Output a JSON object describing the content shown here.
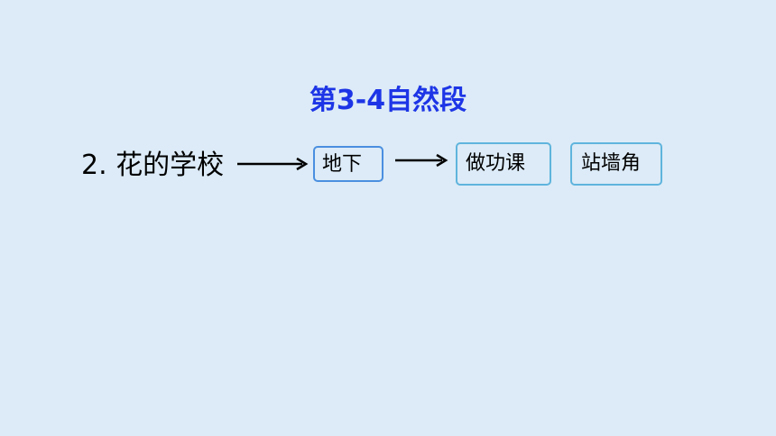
{
  "title": "第3-4自然段",
  "label": "2. 花的学校",
  "boxes": [
    {
      "text": "地下"
    },
    {
      "text": "做功课"
    },
    {
      "text": "站墙角"
    }
  ],
  "colors": {
    "background": "#dcebf7",
    "title": "#1d35e6",
    "box_border_primary": "#4a8fe0",
    "box_border_secondary": "#5fb4dd",
    "text": "#000000"
  }
}
